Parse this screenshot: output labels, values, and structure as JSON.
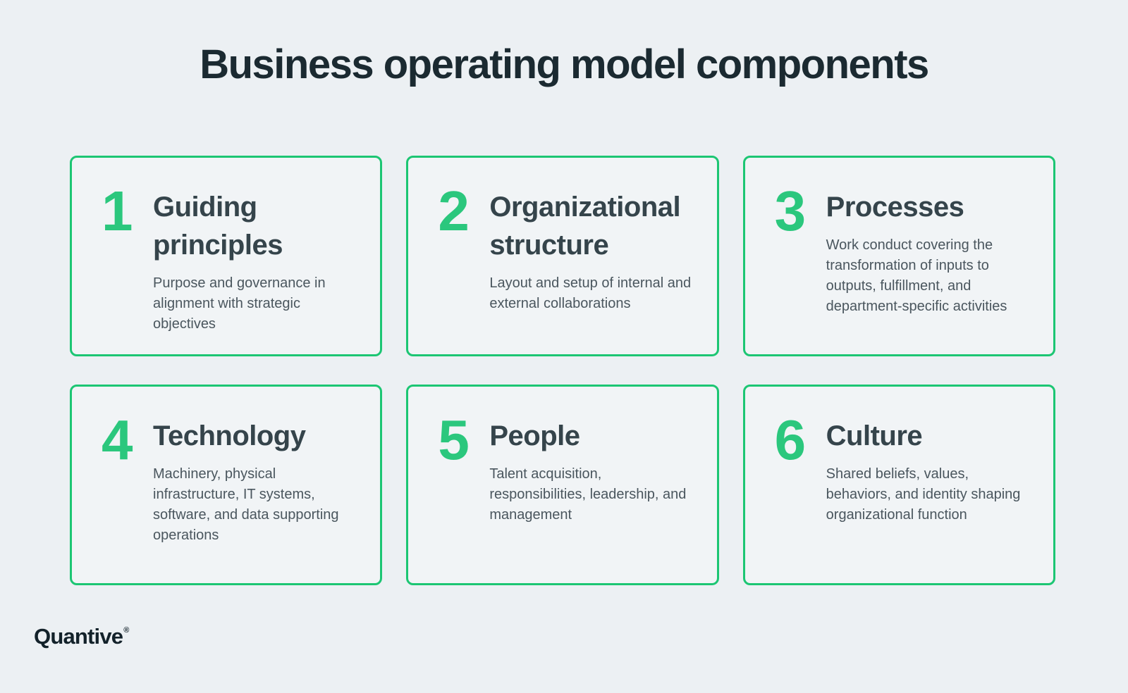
{
  "page": {
    "title": "Business operating model components"
  },
  "cards": [
    {
      "number": "1",
      "title": "Guiding principles",
      "description": "Purpose and governance in alignment with strategic objectives"
    },
    {
      "number": "2",
      "title": "Organizational structure",
      "description": "Layout and setup of internal and external collaborations"
    },
    {
      "number": "3",
      "title": "Processes",
      "description": "Work conduct covering the transformation of inputs to outputs, fulfillment, and department-specific activities"
    },
    {
      "number": "4",
      "title": "Technology",
      "description": "Machinery, physical infrastructure, IT systems, software, and data supporting operations"
    },
    {
      "number": "5",
      "title": "People",
      "description": "Talent acquisition, responsibilities, leadership, and management"
    },
    {
      "number": "6",
      "title": "Culture",
      "description": "Shared beliefs, values, behaviors, and identity shaping organizational function"
    }
  ],
  "footer": {
    "logo_text": "Quantive",
    "registered_mark": "®"
  },
  "colors": {
    "background": "#ecf0f3",
    "card_background": "#f1f4f6",
    "card_border": "#1cc673",
    "number_green": "#2bc77d",
    "title_dark": "#1b2a31",
    "card_title": "#35444b",
    "description_gray": "#4a565e"
  }
}
